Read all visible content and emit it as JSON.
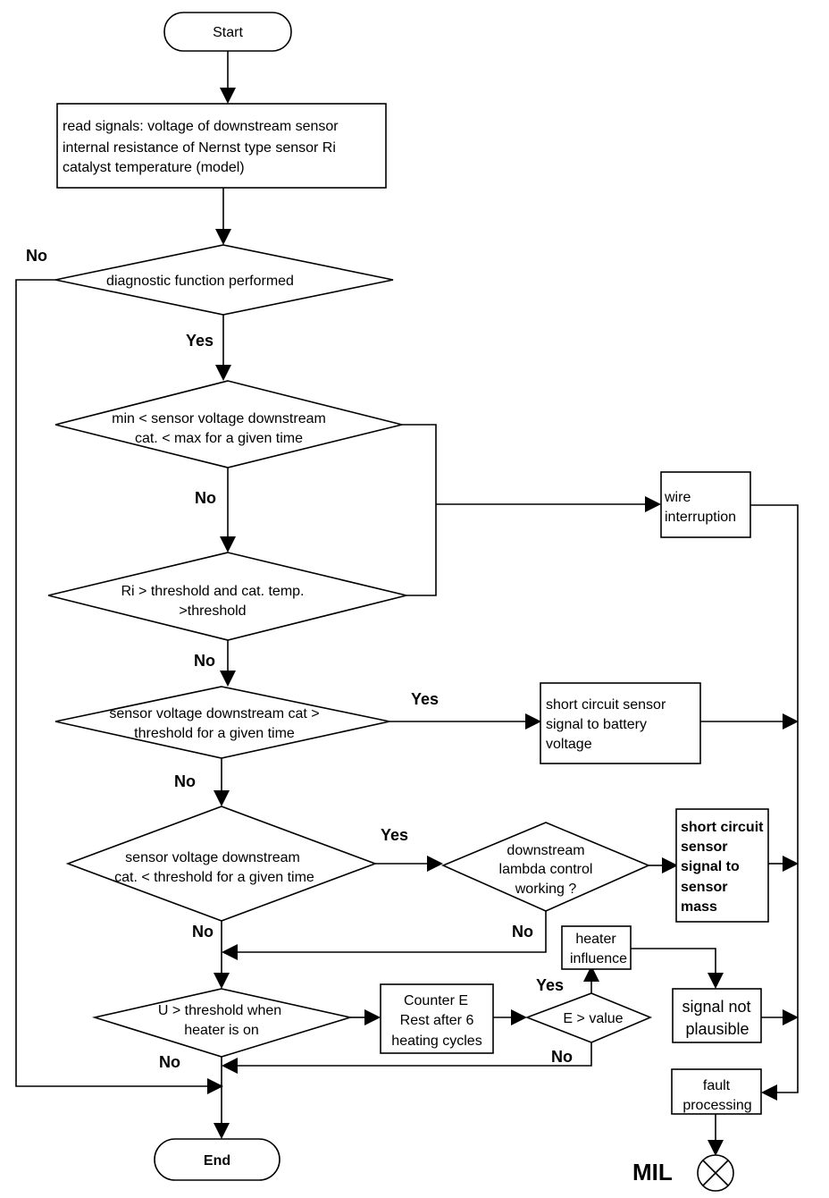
{
  "nodes": {
    "start": "Start",
    "read_signals": [
      "read signals: voltage of downstream sensor",
      "internal resistance of Nernst type sensor Ri",
      "catalyst temperature (model)"
    ],
    "diag_performed": [
      "diagnostic function performed"
    ],
    "min_max": [
      "min < sensor voltage downstream",
      "cat. < max for a given time"
    ],
    "ri_threshold": [
      "Ri  > threshold and cat. temp.",
      ">threshold"
    ],
    "wire_interruption": [
      "wire",
      "interruption"
    ],
    "volt_gt_threshold": [
      "sensor voltage downstream cat >",
      "threshold for a given time"
    ],
    "short_battery": [
      "short circuit sensor",
      "signal to battery",
      "voltage"
    ],
    "volt_lt_threshold": [
      "sensor voltage downstream",
      "cat. < threshold for a given time"
    ],
    "lambda_working": [
      "downstream",
      "lambda control",
      "working ?"
    ],
    "short_mass": [
      "short circuit",
      "sensor",
      "signal to",
      "sensor",
      "mass"
    ],
    "heater_influence": [
      "heater",
      "influence"
    ],
    "u_threshold": [
      "U > threshold when",
      "heater is on"
    ],
    "counter_e": [
      "Counter E",
      "Rest after 6",
      "heating cycles"
    ],
    "e_value": [
      "E > value"
    ],
    "not_plausible": [
      "signal not",
      "plausible"
    ],
    "fault_processing": [
      "fault",
      "processing"
    ],
    "end": "End",
    "mil": "MIL"
  },
  "labels": {
    "no": "No",
    "yes": "Yes"
  }
}
